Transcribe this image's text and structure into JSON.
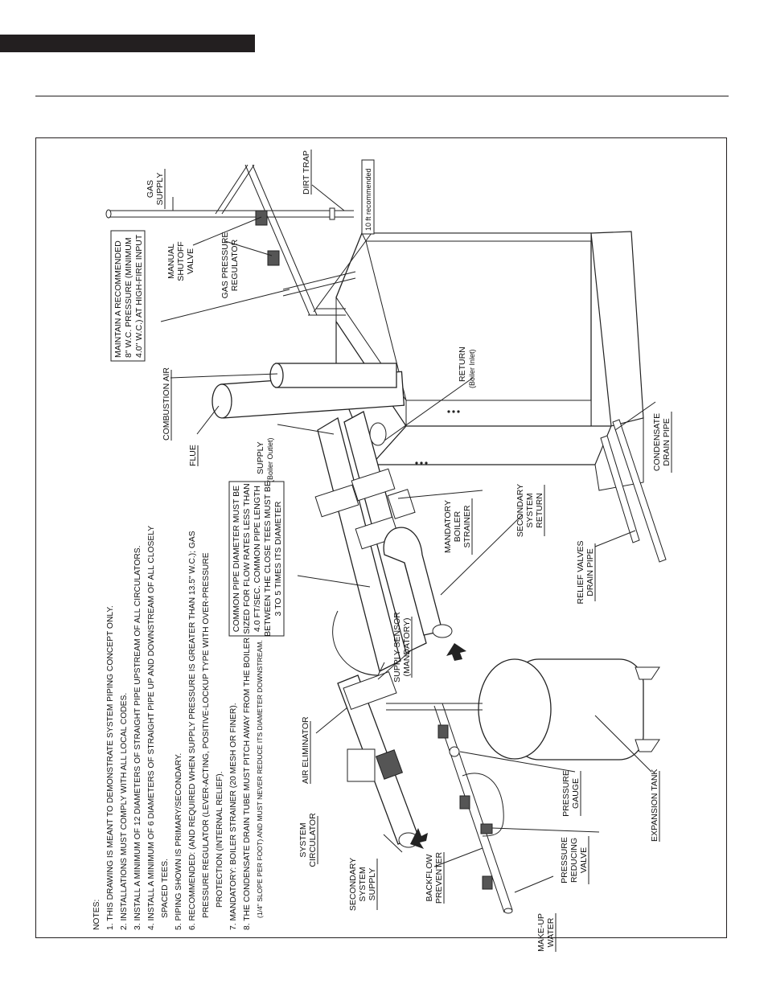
{
  "notes": {
    "title": "NOTES:",
    "items": [
      "1.  THIS DRAWING IS MEANT TO DEMONSTRATE SYSTEM PIPING CONCEPT ONLY.",
      "2.  INSTALLATIONS MUST COMPLY WITH ALL LOCAL CODES.",
      "3.  INSTALL A MINIMUM OF 12 DIAMETERS OF STRAIGHT PIPE UPSTREAM OF ALL CIRCULATORS.",
      "4.  INSTALL A MINIMUM OF 6 DIAMETERS OF STRAIGHT PIPE UP AND DOWNSTREAM OF ALL CLOSELY",
      "SPACED TEES.",
      "5.  PIPING SHOWN IS PRIMARY/SECONDARY.",
      "6.  RECOMMENDED: (AND REQUIRED WHEN SUPPLY PRESSURE IS GREATER THAN 13.5\" W.C.); GAS",
      "PRESSURE REGULATOR (LEVER-ACTING, POSITIVE-LOCKUP TYPE WITH OVER-PRESSURE",
      "PROTECTION (INTERNAL RELIEF).",
      "7.  MANDATORY: BOILER STRAINER (20 MESH OR FINER).",
      "8.  THE CONDENSATE DRAIN TUBE MUST PITCH AWAY FROM THE BOILER",
      "(1/4\" SLOPE PER FOOT) AND MUST NEVER REDUCE ITS DIAMETER DOWNSTREAM."
    ]
  },
  "callouts": {
    "gas_supply": [
      "GAS",
      "SUPPLY"
    ],
    "dirt_trap": "DIRT TRAP",
    "ten_ft": "10 ft recommended",
    "manual_shutoff": [
      "MANUAL",
      "SHUTOFF",
      "VALVE"
    ],
    "gas_regulator": [
      "GAS PRESSURE",
      "REGULATOR"
    ],
    "maintain_box": [
      "MAINTAIN A RECOMMENDED",
      "8\" W.C. PRESSURE (MINIMUM",
      "4.0\" W.C.) AT HIGH-FIRE INPUT"
    ],
    "combustion_air": "COMBUSTION AIR",
    "flue": "FLUE",
    "return": [
      "RETURN",
      "(Boiler Inlet)"
    ],
    "supply": [
      "SUPPLY",
      "(Boiler Outlet)"
    ],
    "common_pipe_box": [
      "COMMON PIPE DIAMETER MUST BE",
      "SIZED FOR FLOW RATES LESS THAN",
      "4.0 FT/SEC. COMMON PIPE LENGTH",
      "BETWEEN THE CLOSE TEES MUST BE",
      "3 TO 5 TIMES ITS DIAMETER"
    ],
    "mandatory_strainer": [
      "MANDATORY",
      "BOILER",
      "STRAINER"
    ],
    "secondary_return": [
      "SECONDARY",
      "SYSTEM",
      "RETURN"
    ],
    "condensate_drain": [
      "CONDENSATE",
      "DRAIN  PIPE"
    ],
    "relief_valves": [
      "RELIEF VALVES",
      "DRAIN PIPE"
    ],
    "supply_sensor": [
      "SUPPLY SENSOR",
      "(MANDATORY)"
    ],
    "air_eliminator": "AIR ELIMINATOR",
    "system_circulator": [
      "SYSTEM",
      "CIRCULATOR"
    ],
    "secondary_supply": [
      "SECONDARY",
      "SYSTEM",
      "SUPPLY"
    ],
    "backflow": [
      "BACKFLOW",
      "PREVENTER"
    ],
    "makeup_water": [
      "MAKE-UP",
      "WATER"
    ],
    "pressure_reducing": [
      "PRESSURE",
      "REDUCING",
      "VALVE"
    ],
    "pressure_gauge": [
      "PRESSURE",
      "GAUGE"
    ],
    "expansion_tank": "EXPANSION TANK"
  }
}
